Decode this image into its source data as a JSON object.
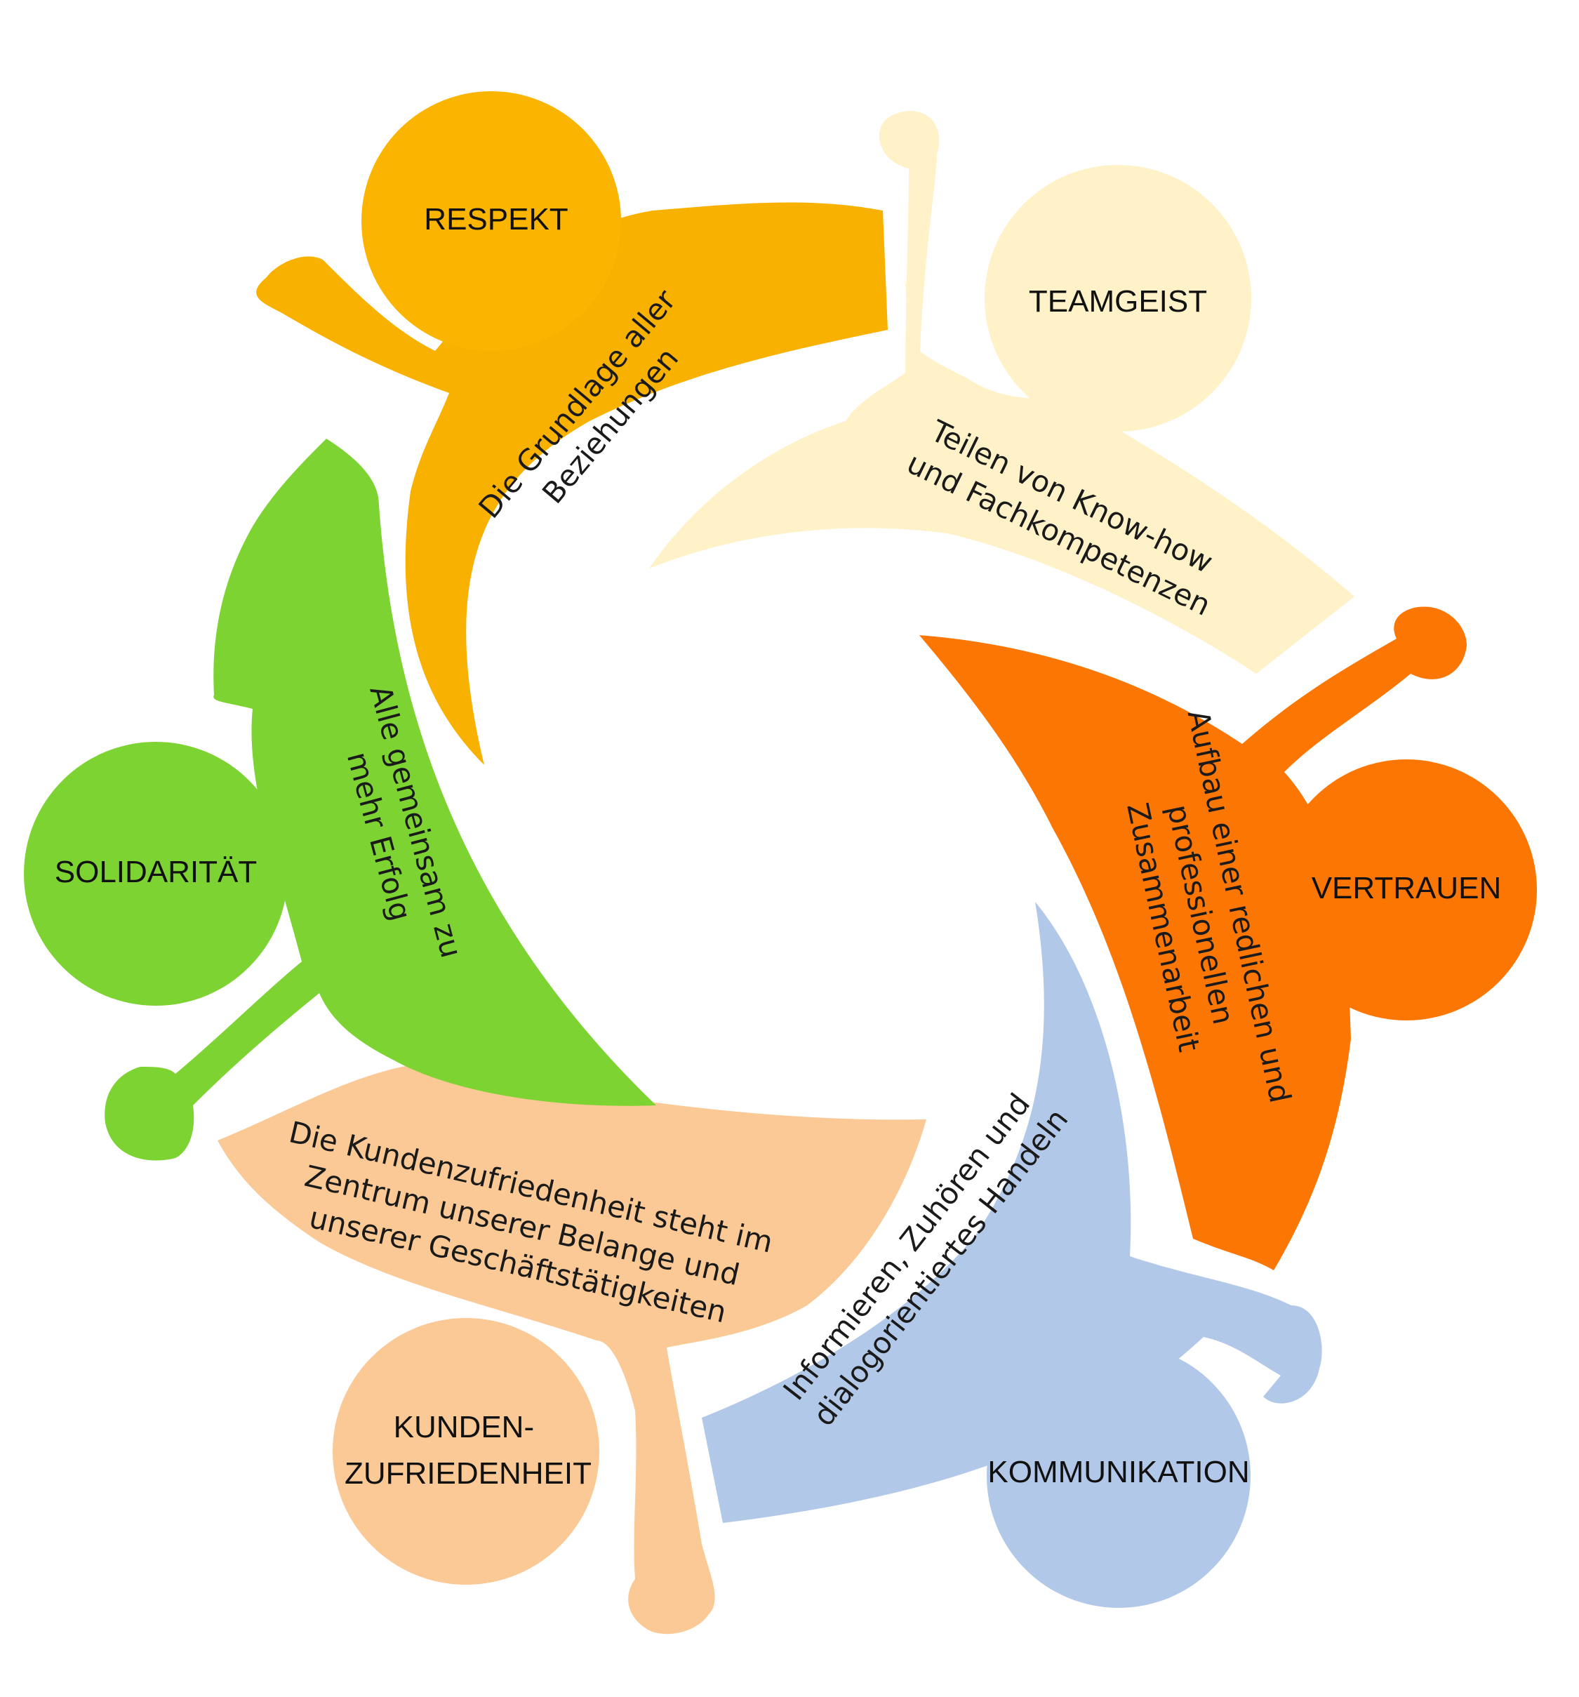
{
  "colors": {
    "respekt": "#FBB400",
    "respekt_arm": "#F9B100",
    "teamgeist": "#FFF2C8",
    "vertrauen": "#FC7604",
    "kommunikation": "#B2C8E8",
    "kundenzufriedenheit": "#FBC995",
    "solidaritaet": "#7DD332"
  },
  "figures": [
    {
      "key": "respekt",
      "title_lines": [
        "RESPEKT"
      ],
      "text_lines": [
        "Die Grundlage aller",
        "Beziehungen"
      ]
    },
    {
      "key": "teamgeist",
      "title_lines": [
        "TEAMGEIST"
      ],
      "text_lines": [
        "Teilen von Know-how",
        "und Fachkompetenzen"
      ]
    },
    {
      "key": "vertrauen",
      "title_lines": [
        "VERTRAUEN"
      ],
      "text_lines": [
        "Aufbau einer redlichen und",
        "professionellen",
        "Zusammenarbeit"
      ]
    },
    {
      "key": "kommunikation",
      "title_lines": [
        "KOMMUNIKATION"
      ],
      "text_lines": [
        "Informieren, Zuhören und",
        "dialogorientiertes Handeln"
      ]
    },
    {
      "key": "kundenzufriedenheit",
      "title_lines": [
        "KUNDEN-",
        "ZUFRIEDENHEIT"
      ],
      "text_lines": [
        "Die Kundenzufriedenheit steht im",
        "Zentrum unserer Belange und",
        "unserer Geschäftstätigkeiten"
      ]
    },
    {
      "key": "solidaritaet",
      "title_lines": [
        "SOLIDARITÄT"
      ],
      "text_lines": [
        "Alle gemeinsam zu",
        "mehr Erfolg"
      ]
    }
  ]
}
